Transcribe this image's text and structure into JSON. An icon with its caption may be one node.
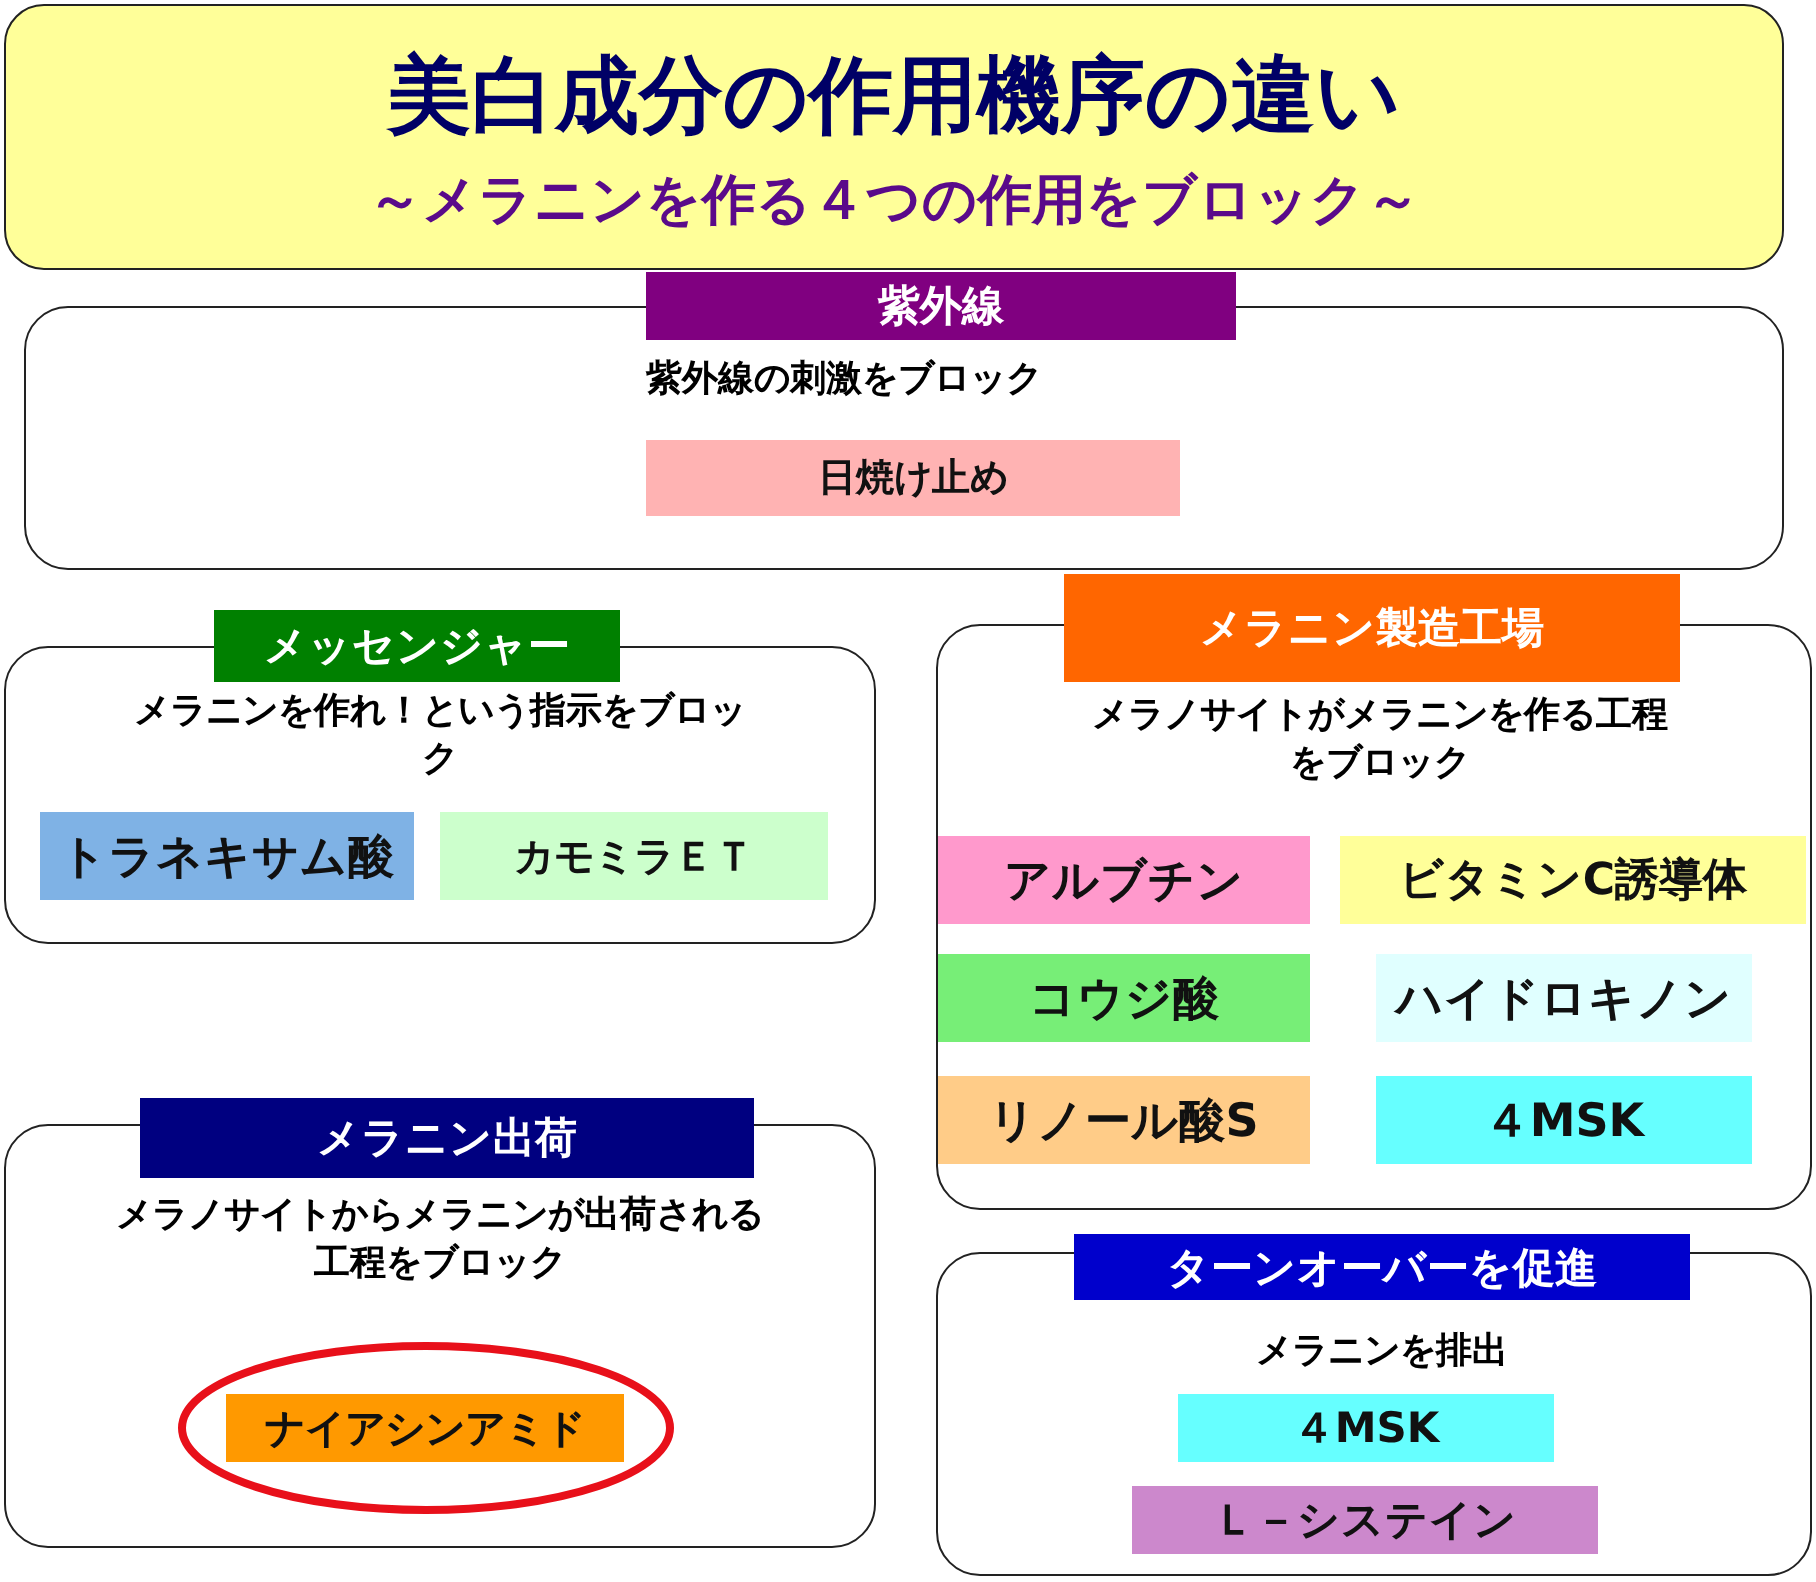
{
  "diagram": {
    "nodes": [
      {
        "text": [
          "美白成分の作用機序の違い",
          "～メラニンを作る４つの作用をブロック～"
        ]
      },
      {
        "text": [
          "紫外線",
          "紫外線の刺激をブロック"
        ]
      },
      {
        "text": [
          "日焼け止め"
        ],
        "in": 1
      },
      {
        "text": [
          "メッセンジャー",
          "メラニンを作れ！という指示をブロック"
        ]
      },
      {
        "text": [
          "トラネキサム酸"
        ],
        "in": 3
      },
      {
        "text": [
          "カモミラＥＴ"
        ],
        "in": 3
      },
      {
        "text": [
          "メラニン製造工場",
          "メラノサイトがメラニンを作る工程をブロック"
        ]
      },
      {
        "text": [
          "アルブチン"
        ],
        "in": 6
      },
      {
        "text": [
          "ビタミンC誘導体"
        ],
        "in": 6
      },
      {
        "text": [
          "コウジ酸"
        ],
        "in": 6
      },
      {
        "text": [
          "ハイドロキノン"
        ],
        "in": 6
      },
      {
        "text": [
          "リノール酸S"
        ],
        "in": 6
      },
      {
        "text": [
          "４MSK"
        ],
        "in": 6
      },
      {
        "text": [
          "メラニン出荷",
          "メラノサイトからメラニンが出荷される工程をブロック"
        ]
      },
      {
        "text": [
          "ナイアシンアミド"
        ],
        "in": 13
      },
      {
        "text": [
          "ターンオーバーを促進",
          "メラニンを排出"
        ]
      },
      {
        "text": [
          "４MSK"
        ],
        "in": 15
      },
      {
        "text": [
          "Ｌ－システイン"
        ],
        "in": 15
      }
    ]
  }
}
